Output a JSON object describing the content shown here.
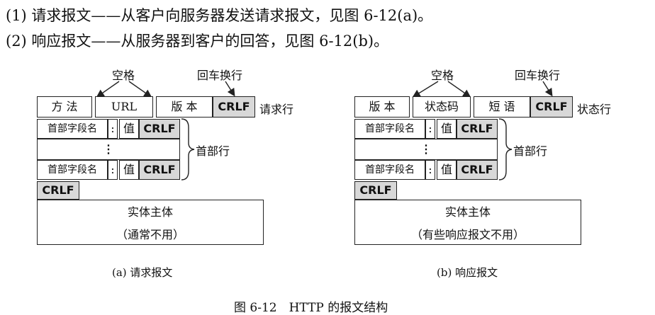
{
  "intro": {
    "line1": "(1) 请求报文——从客户向服务器发送请求报文，见图 6-12(a)。",
    "line2": "(2) 响应报文——从服务器到客户的回答，见图 6-12(b)。"
  },
  "request": {
    "label_space": "空格",
    "label_crlf_top": "回车换行",
    "start_line": {
      "method": "方 法",
      "url": "URL",
      "version": "版 本",
      "crlf": "CRLF"
    },
    "start_line_label": "请求行",
    "header_name": "首部字段名",
    "colon": ":",
    "header_value": "值",
    "header_crlf": "CRLF",
    "vdots": "⋮",
    "header_label": "首部行",
    "blank_crlf": "CRLF",
    "body_title": "实体主体",
    "body_note": "（通常不用）",
    "caption": "(a) 请求报文"
  },
  "response": {
    "label_space": "空格",
    "label_crlf_top": "回车换行",
    "status_line": {
      "version": "版 本",
      "status_code": "状态码",
      "phrase": "短 语",
      "crlf": "CRLF"
    },
    "status_line_label": "状态行",
    "header_name": "首部字段名",
    "colon": ":",
    "header_value": "值",
    "header_crlf": "CRLF",
    "vdots": "⋮",
    "header_label": "首部行",
    "blank_crlf": "CRLF",
    "body_title": "实体主体",
    "body_note": "（有些响应报文不用）",
    "caption": "(b) 响应报文"
  },
  "figure_caption": "图 6-12　HTTP 的报文结构"
}
